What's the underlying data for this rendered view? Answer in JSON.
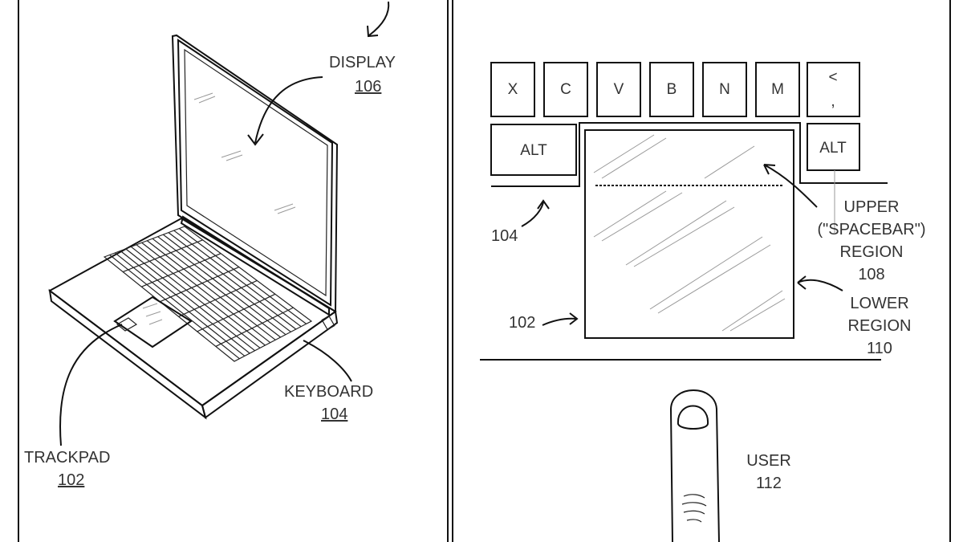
{
  "left_panel": {
    "display": {
      "label": "DISPLAY",
      "ref": "106"
    },
    "keyboard": {
      "label": "KEYBOARD",
      "ref": "104"
    },
    "trackpad": {
      "label": "TRACKPAD",
      "ref": "102"
    }
  },
  "right_panel": {
    "keys": [
      "X",
      "C",
      "V",
      "B",
      "N",
      "M"
    ],
    "comma_key": {
      "top": "<",
      "bottom": ","
    },
    "alt_left": "ALT",
    "alt_right": "ALT",
    "keyboard_ref": "104",
    "trackpad_ref": "102",
    "upper_region": {
      "line1": "UPPER",
      "line2": "(\"SPACEBAR\")",
      "line3": "REGION",
      "ref": "108"
    },
    "lower_region": {
      "line1": "LOWER",
      "line2": "REGION",
      "ref": "110"
    },
    "user": {
      "label": "USER",
      "ref": "112"
    }
  }
}
